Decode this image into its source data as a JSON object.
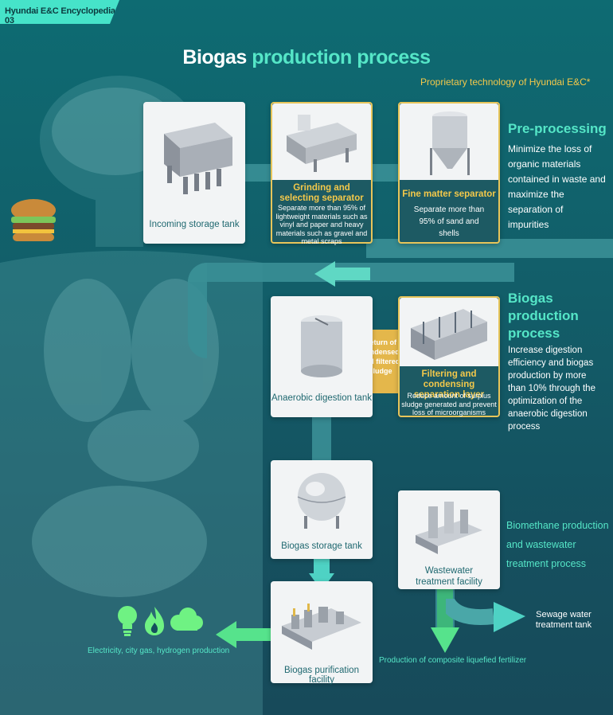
{
  "badge": "Hyundai E&C Encyclopedia 03",
  "title": {
    "part1": "Biogas",
    "part2": "production process"
  },
  "subtitle": "Proprietary technology of Hyundai E&C*",
  "cards": {
    "incoming": {
      "label": "Incoming storage tank"
    },
    "grinding": {
      "title": "Grinding and selecting separator",
      "desc": "Separate more than 95% of lightweight materials such as vinyl and paper and heavy materials such as gravel and metal scraps"
    },
    "fine": {
      "title": "Fine matter separator",
      "desc": "Separate more than 95% of sand and shells"
    },
    "anaerobic": {
      "label": "Anaerobic digestion tank"
    },
    "filtering": {
      "title": "Filtering and condensing separation layer",
      "desc": "Reduce amount of surplus sludge generated and prevent loss of microorganisms"
    },
    "storage": {
      "label": "Biogas storage tank"
    },
    "wastewater": {
      "label": "Wastewater treatment facility"
    },
    "purification": {
      "label": "Biogas purification facility"
    }
  },
  "return_label": "Return of condensed and filtered sludge",
  "sections": {
    "pre": {
      "heading": "Pre-processing",
      "desc": "Minimize the loss of organic materials contained in waste and maximize the separation of impurities"
    },
    "biogas": {
      "heading": "Biogas production process",
      "desc": "Increase digestion efficiency and biogas production by more than 10% through the optimization of the anaerobic digestion process"
    },
    "biomethane": {
      "heading": "Biomethane production and wastewater treatment process"
    }
  },
  "outputs": {
    "electricity": "Electricity, city gas, hydrogen production",
    "fertilizer": "Production of composite liquefied fertilizer",
    "sewage": "Sewage water treatment tank"
  },
  "colors": {
    "accent": "#55e6c7",
    "gold": "#f3c84a",
    "card": "#f2f4f5",
    "teal_text": "#1f6870"
  }
}
